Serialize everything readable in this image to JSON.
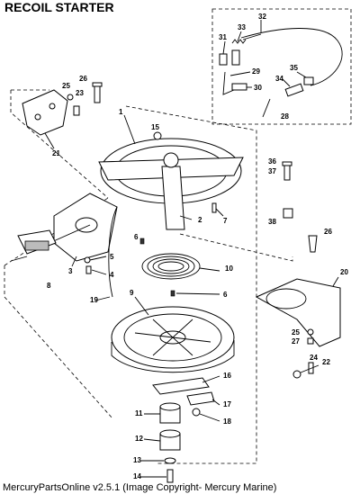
{
  "title": "RECOIL STARTER",
  "footer": "MercuryPartsOnline v2.5.1 (Image Copyright- Mercury Marine)",
  "labels": [
    "1",
    "2",
    "3",
    "4",
    "5",
    "6",
    "6",
    "7",
    "8",
    "9",
    "10",
    "11",
    "12",
    "13",
    "14",
    "15",
    "16",
    "17",
    "18",
    "19",
    "20",
    "21",
    "22",
    "23",
    "24",
    "25",
    "25",
    "26",
    "26",
    "27",
    "28",
    "29",
    "30",
    "31",
    "32",
    "33",
    "34",
    "35",
    "36",
    "37",
    "38"
  ]
}
